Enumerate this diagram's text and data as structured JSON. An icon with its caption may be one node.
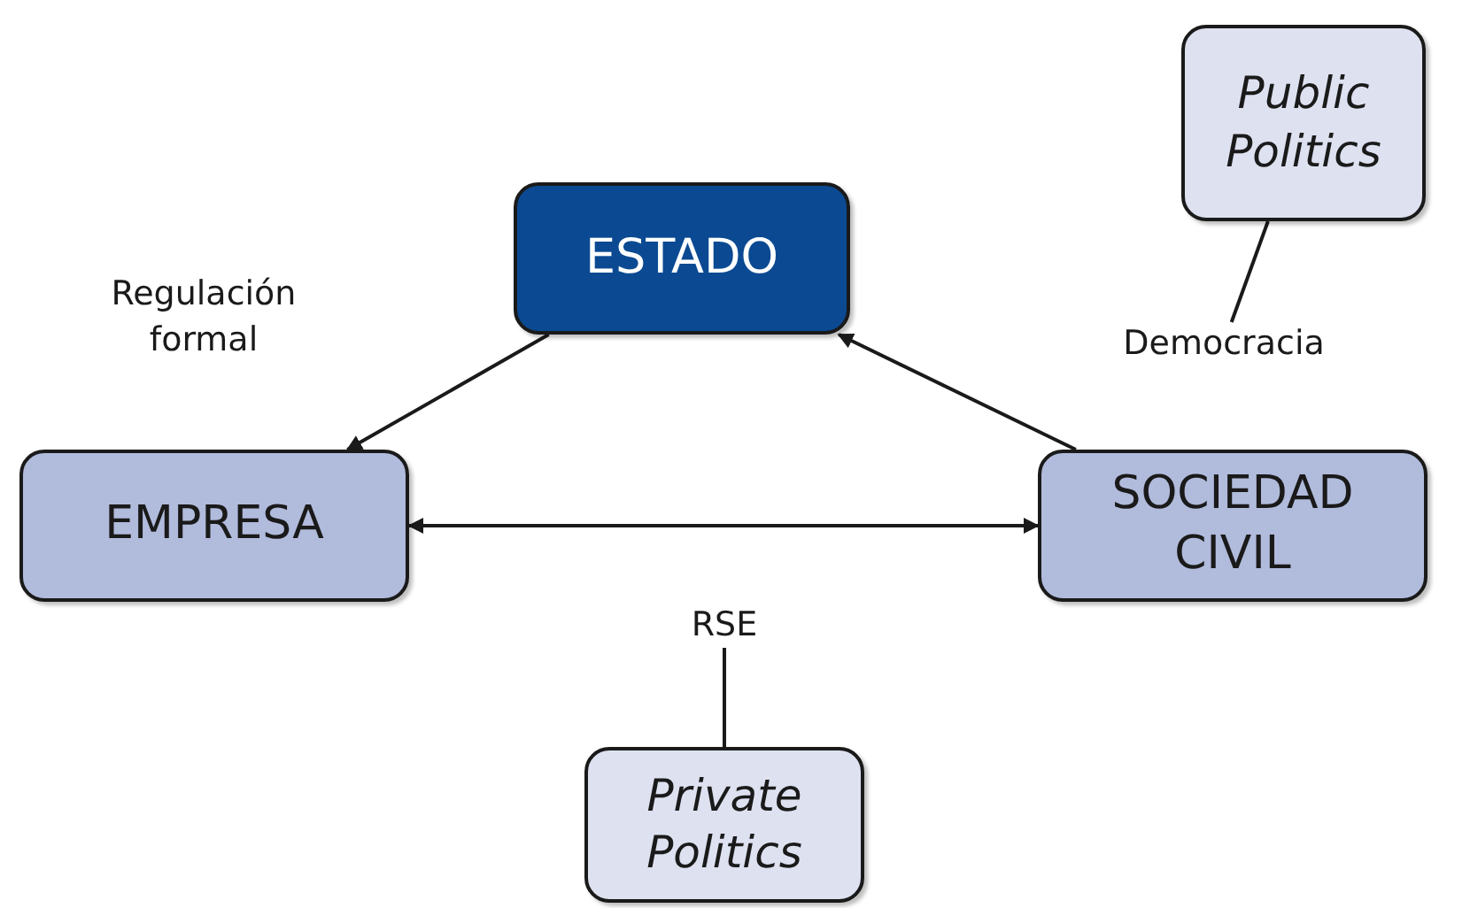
{
  "diagram": {
    "nodes": [
      {
        "text": [
          "ESTADO"
        ]
      },
      {
        "text": [
          "EMPRESA"
        ]
      },
      {
        "text": [
          "SOCIEDAD CIVIL"
        ]
      },
      {
        "text": [
          "Public Politics"
        ]
      },
      {
        "text": [
          "Private Politics"
        ]
      },
      {
        "text": [
          "Democracia"
        ]
      },
      {
        "text": [
          "RSE"
        ]
      }
    ],
    "edges": [
      {
        "from": 0,
        "to": 1,
        "arrow": "to",
        "label": "Regulación formal"
      },
      {
        "from": 2,
        "to": 0,
        "arrow": "to"
      },
      {
        "from": 1,
        "to": 2,
        "arrow": "both"
      },
      {
        "from": 3,
        "to": 5,
        "arrow": "none"
      },
      {
        "from": 4,
        "to": 6,
        "arrow": "none"
      }
    ]
  }
}
